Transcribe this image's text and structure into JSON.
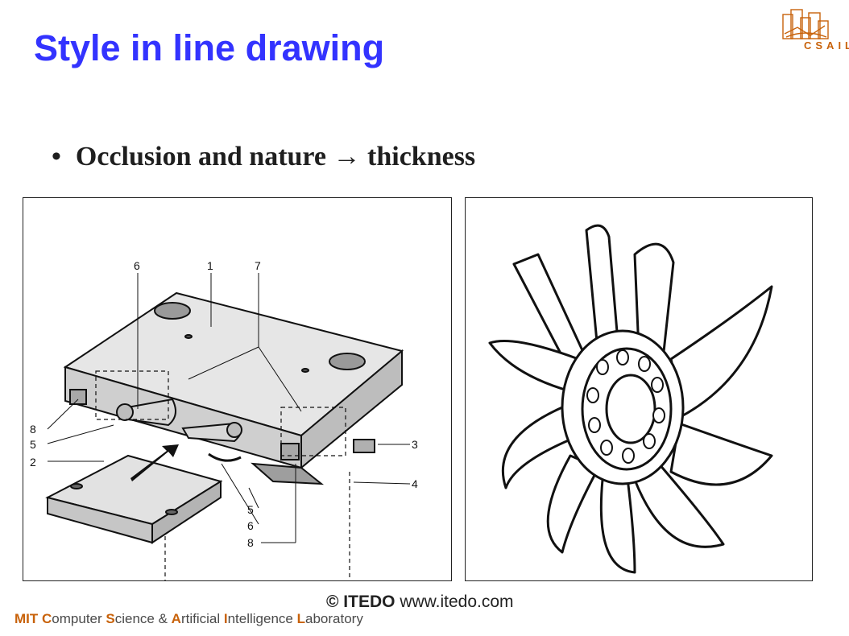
{
  "slide": {
    "title": "Style in line drawing",
    "bullet": {
      "marker": "•",
      "text_before": "Occlusion and nature",
      "arrow": "→",
      "text_after": "thickness"
    }
  },
  "figure_left": {
    "callouts": [
      "6",
      "1",
      "7",
      "8",
      "5",
      "2",
      "3",
      "4",
      "5",
      "6",
      "8"
    ]
  },
  "credit": {
    "symbol_company": "© ITEDO",
    "url": "www.itedo.com"
  },
  "footer": {
    "mit": "MIT",
    "c": "C",
    "c_rest": "omputer ",
    "s": "S",
    "s_rest": "cience & ",
    "a": "A",
    "a_rest": "rtificial ",
    "i": "I",
    "i_rest": "ntelligence ",
    "l": "L",
    "l_rest": "aboratory"
  },
  "logo": {
    "text": "CSAIL"
  },
  "colors": {
    "title": "#3333ff",
    "accent": "#c8620a"
  }
}
